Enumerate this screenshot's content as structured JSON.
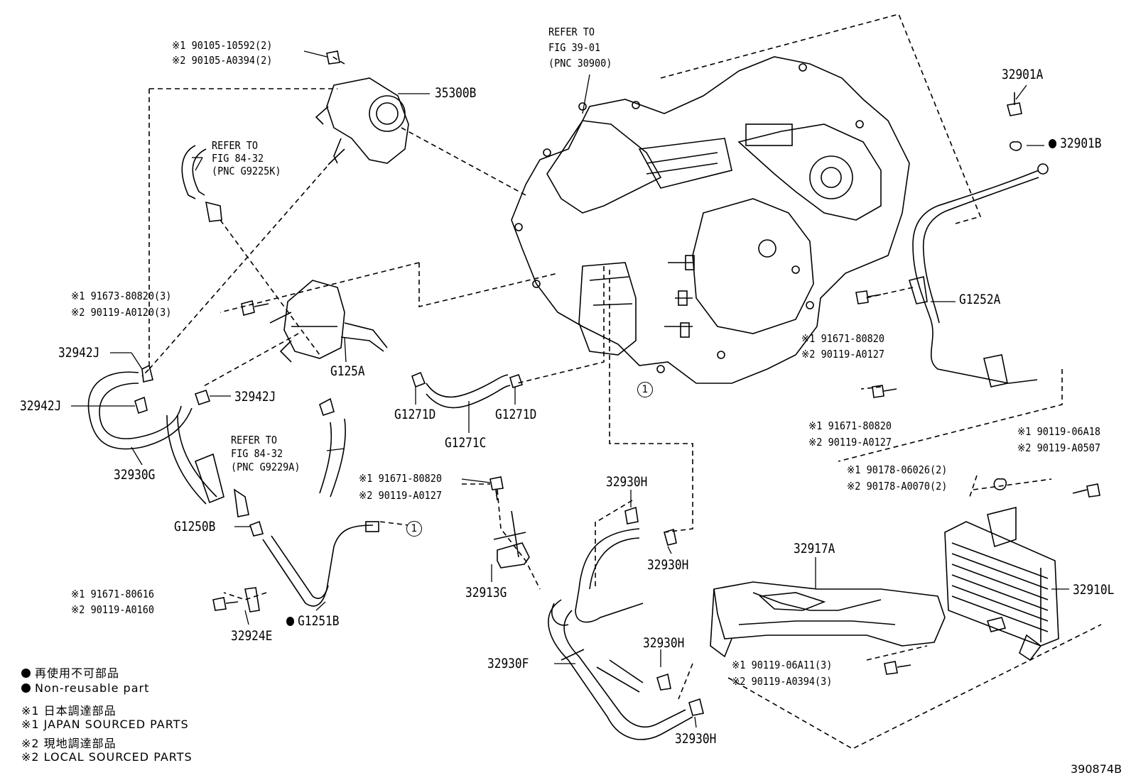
{
  "refs": {
    "fig_39_01": [
      "REFER TO",
      "FIG 39-01",
      "(PNC 30900)"
    ],
    "fig_84_32_a": [
      "REFER TO",
      "FIG 84-32",
      "(PNC G9225K)"
    ],
    "fig_84_32_b": [
      "REFER TO",
      "FIG 84-32",
      "(PNC G9229A)"
    ]
  },
  "parts": {
    "p35300B": "35300B",
    "p32901A": "32901A",
    "p32901B": "32901B",
    "p32942J_a": "32942J",
    "p32942J_b": "32942J",
    "p32942J_c": "32942J",
    "pG125A": "G125A",
    "pG1271D_a": "G1271D",
    "pG1271D_b": "G1271D",
    "pG1271C": "G1271C",
    "p32930G": "32930G",
    "pG1252A": "G1252A",
    "pG1250B": "G1250B",
    "pG1251B": "G1251B",
    "p32924E": "32924E",
    "p32913G": "32913G",
    "p32930H_a": "32930H",
    "p32930H_b": "32930H",
    "p32930H_c": "32930H",
    "p32930H_d": "32930H",
    "p32930F": "32930F",
    "p32917A": "32917A",
    "p32910L": "32910L"
  },
  "fasteners": {
    "f_top_1": "※1 90105-10592(2)",
    "f_top_2": "※2 90105-A0394(2)",
    "f_left_1": "※1 91673-80820(3)",
    "f_left_2": "※2 90119-A0120(3)",
    "f_right_a1": "※1 91671-80820",
    "f_right_a2": "※2 90119-A0127",
    "f_right_b1": "※1 91671-80820",
    "f_right_b2": "※2 90119-A0127",
    "f_mid_1": "※1 91671-80820",
    "f_mid_2": "※2 90119-A0127",
    "f_low_1": "※1 91671-80616",
    "f_low_2": "※2 90119-A0160",
    "f_cool_1": "※1 90119-06A18",
    "f_cool_2": "※2 90119-A0507",
    "f_nut_1": "※1 90178-06026(2)",
    "f_nut_2": "※2 90178-A0070(2)",
    "f_duct_1": "※1 90119-06A11(3)",
    "f_duct_2": "※2 90119-A0394(3)"
  },
  "callout": "1",
  "legend": {
    "l1": "再使用不可部品",
    "l2": "Non-reusable part",
    "l3": "※1 日本調達部品",
    "l4": "※1 JAPAN SOURCED PARTS",
    "l5": "※2 現地調達部品",
    "l6": "※2 LOCAL SOURCED PARTS"
  },
  "figure_id": "390874B"
}
